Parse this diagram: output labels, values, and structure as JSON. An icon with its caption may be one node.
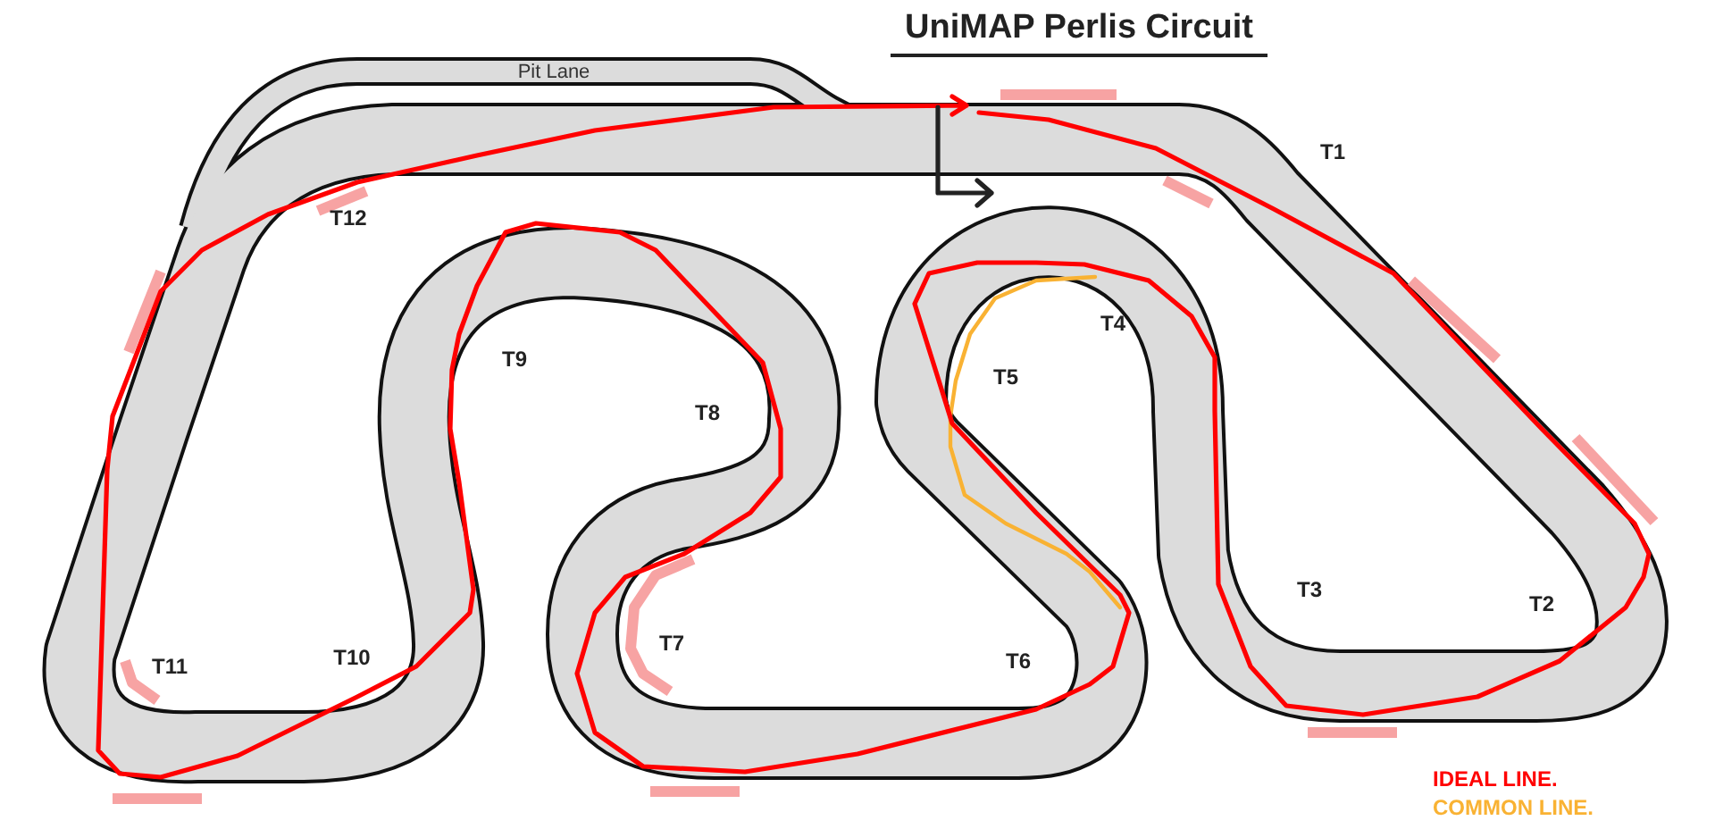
{
  "diagram": {
    "title": "UniMAP Perlis Circuit",
    "labels": [
      "Pit Lane",
      "T1",
      "T12",
      "T4",
      "T9",
      "T5",
      "T8",
      "T3",
      "T2",
      "T7",
      "T10",
      "T6",
      "T11"
    ],
    "legend": [
      {
        "text": "IDEAL LINE.",
        "color": "#ff0000"
      },
      {
        "text": "COMMON LINE.",
        "color": "#f9b233"
      }
    ]
  }
}
